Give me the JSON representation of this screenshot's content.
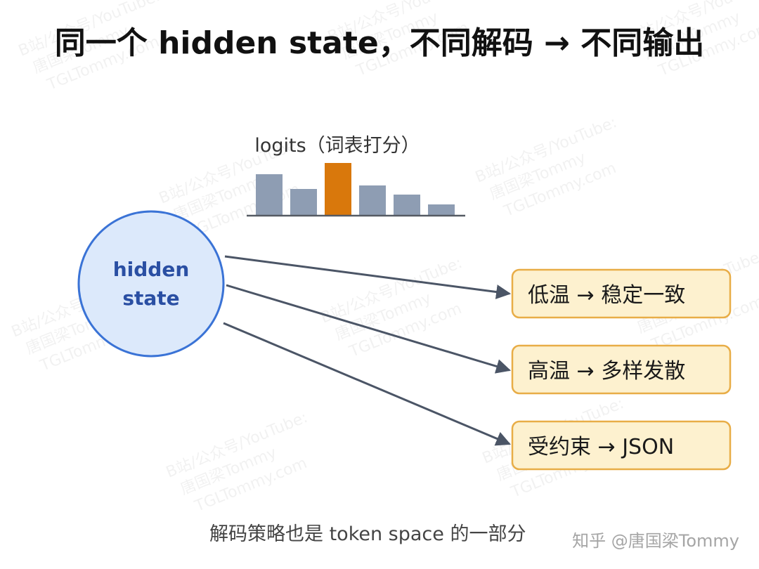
{
  "title": "同一个 hidden state，不同解码 → 不同输出",
  "logits": {
    "label": "logits（词表打分）",
    "values": [
      58,
      37,
      74,
      42,
      29,
      15
    ],
    "highlight_index": 2,
    "bar_color": "#8e9db3",
    "highlight_color": "#d9780c"
  },
  "node": {
    "line1": "hidden",
    "line2": "state"
  },
  "outputs": [
    {
      "label": "低温 → 稳定一致"
    },
    {
      "label": "高温 → 多样发散"
    },
    {
      "label": "受约束 → JSON"
    }
  ],
  "footer": "解码策略也是 token space 的一部分",
  "attribution": "知乎 @唐国梁Tommy",
  "watermark": [
    "B站/公众号/YouTube:",
    "唐国梁Tommy",
    "TGLTommy.com"
  ],
  "colors": {
    "node_fill": "#dce9fb",
    "node_stroke": "#3a73d6",
    "box_fill": "#fdf1cf",
    "box_stroke": "#e8ad47",
    "arrow": "#4b5566"
  }
}
